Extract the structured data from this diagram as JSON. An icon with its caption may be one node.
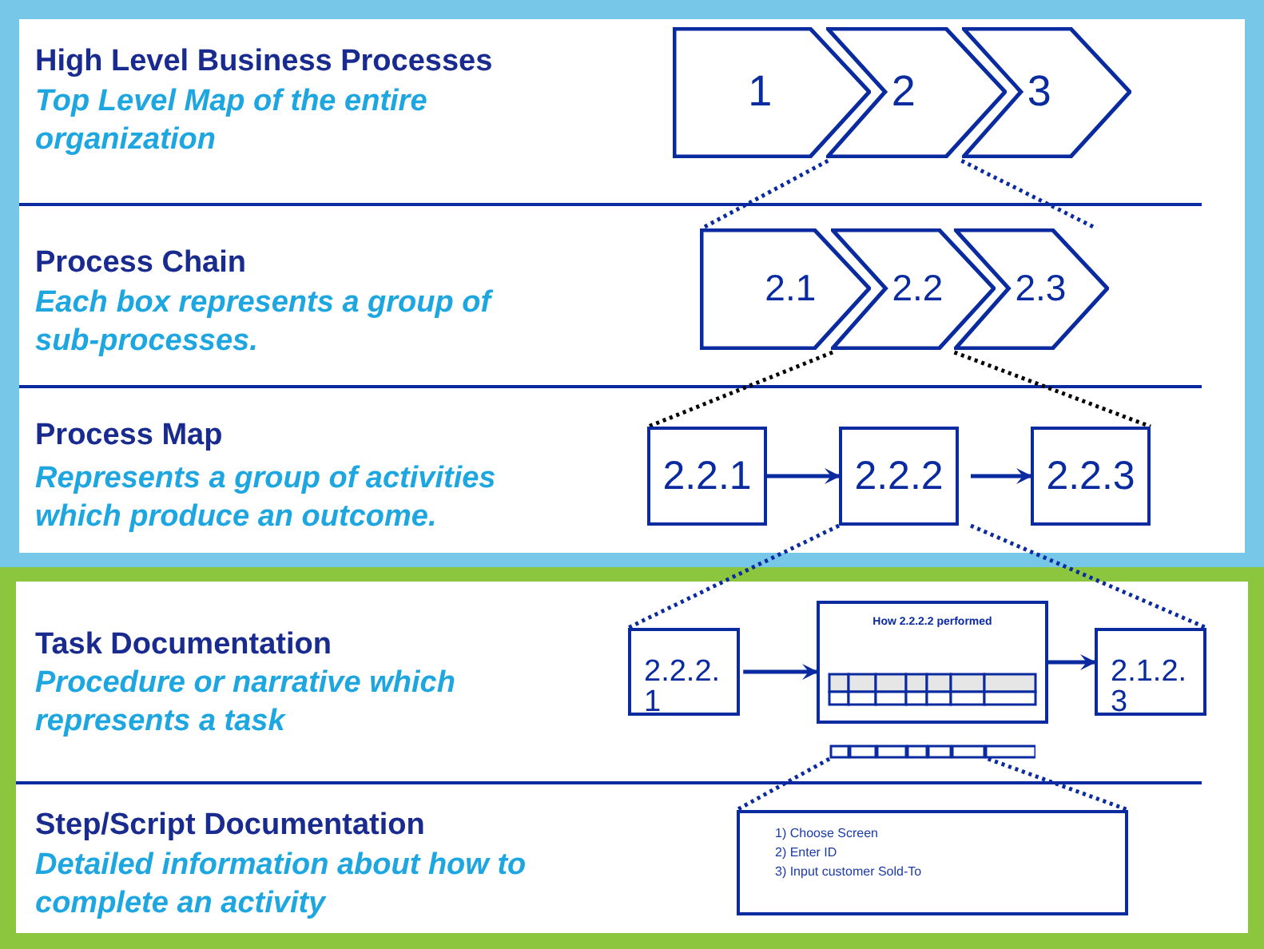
{
  "diagram": {
    "nodes": [
      {
        "text": [
          "1"
        ]
      },
      {
        "text": [
          "2"
        ]
      },
      {
        "text": [
          "3"
        ]
      },
      {
        "text": [
          "2.1"
        ]
      },
      {
        "text": [
          "2.2"
        ]
      },
      {
        "text": [
          "2.3"
        ]
      },
      {
        "text": [
          "2.2.1"
        ]
      },
      {
        "text": [
          "2.2.2"
        ]
      },
      {
        "text": [
          "2.2.3"
        ]
      },
      {
        "text": [
          "2.2.2.1"
        ]
      },
      {
        "text": [
          "How 2.2.2.2 performed"
        ]
      },
      {
        "text": [
          "2.1.2.3"
        ]
      },
      {
        "text": [
          "1) Choose Screen",
          "2) Enter ID",
          "3) Input customer Sold-To"
        ]
      },
      {
        "text": [],
        "shape": "bar"
      }
    ],
    "edges": [
      {
        "from": 1,
        "to": 3,
        "arrow": "none",
        "style": "dashed"
      },
      {
        "from": 1,
        "to": 5,
        "arrow": "none",
        "style": "dashed"
      },
      {
        "from": 4,
        "to": 6,
        "arrow": "none",
        "style": "dashed",
        "color": "#000000"
      },
      {
        "from": 4,
        "to": 8,
        "arrow": "none",
        "style": "dashed",
        "color": "#000000"
      },
      {
        "from": 6,
        "to": 7,
        "arrow": "to"
      },
      {
        "from": 7,
        "to": 8,
        "arrow": "to"
      },
      {
        "from": 7,
        "to": 9,
        "arrow": "none",
        "style": "dashed"
      },
      {
        "from": 7,
        "to": 11,
        "arrow": "none",
        "style": "dashed"
      },
      {
        "from": 9,
        "to": 10,
        "arrow": "to"
      },
      {
        "from": 10,
        "to": 11,
        "arrow": "to"
      },
      {
        "from": 13,
        "to": 12,
        "arrow": "none",
        "style": "dashed"
      },
      {
        "from": 13,
        "to": 12,
        "arrow": "none",
        "style": "dashed"
      }
    ],
    "labels": [
      "High Level Business Processes",
      "Top Level Map of the entire organization",
      "Process Chain",
      "Each box represents a group of sub-processes.",
      "Process Map",
      "Represents a group of activities which produce an outcome.",
      "Task Documentation",
      "Procedure or narrative which represents a task",
      "Step/Script Documentation",
      "Detailed information about how to complete an activity"
    ]
  }
}
